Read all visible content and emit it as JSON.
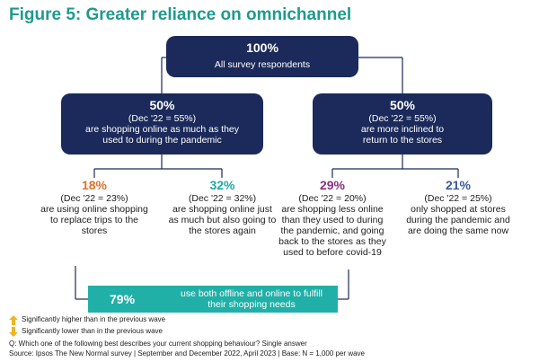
{
  "title": "Figure 5: Greater reliance on omnichannel",
  "root": {
    "pct": "100%",
    "label": "All survey respondents"
  },
  "left_branch": {
    "pct": "50%",
    "lines": [
      "(Dec '22 = 55%)",
      "are shopping online as much as they",
      "used to during the pandemic"
    ]
  },
  "right_branch": {
    "pct": "50%",
    "lines": [
      "(Dec '22 = 55%)",
      "are more inclined to",
      "return to the stores"
    ]
  },
  "leaves": [
    {
      "pct": "18%",
      "lines": [
        "(Dec '22 = 23%)",
        "are using online shopping",
        "to replace trips to the",
        "stores"
      ]
    },
    {
      "pct": "32%",
      "lines": [
        "(Dec '22 = 32%)",
        "are shopping online just",
        "as much but also going to",
        "the stores again"
      ]
    },
    {
      "pct": "29%",
      "lines": [
        "(Dec '22 = 20%)",
        "are shopping less online",
        "than they used to during",
        "the pandemic, and going",
        "back to the stores as they",
        "used to before covid-19"
      ]
    },
    {
      "pct": "21%",
      "lines": [
        "(Dec '22 = 25%)",
        "only shopped at stores",
        "during the pandemic and",
        "are doing the same now"
      ]
    }
  ],
  "omni_bar": {
    "pct": "79%",
    "lines": [
      "use both offline and online to fulfill",
      "their shopping needs"
    ]
  },
  "legend": {
    "higher": "Significantly higher than in the previous wave",
    "lower": "Significantly lower than in the previous wave"
  },
  "footnotes": {
    "question": "Q: Which one of the following best describes your current shopping behaviour? Single answer",
    "source": "Source: Ipsos The New Normal survey | September and December 2022, April 2023 | Base: N = 1,000 per wave"
  },
  "colors": {
    "title": "#1f9a8f",
    "navy": "#1b2a5a",
    "orange": "#e26f2b",
    "teal": "#1fa9a5",
    "purple": "#8a2d83",
    "blue": "#3a5aa0",
    "bar": "#21b0a8",
    "arrow_up": "#f0b323",
    "arrow_down": "#f0b323"
  }
}
